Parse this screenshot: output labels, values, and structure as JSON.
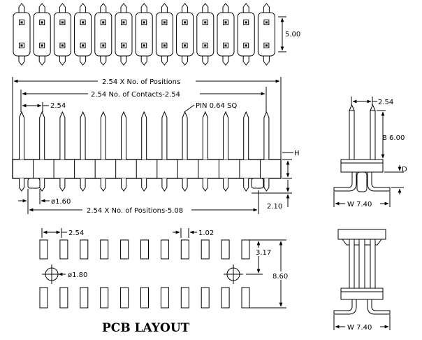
{
  "top_view": {
    "dim_height": "5.00"
  },
  "front_view": {
    "dim_length_positions": "2.54 X No. of Positions",
    "dim_length_contacts": "2.54 No. of Contacts-2.54",
    "dim_pitch": "2.54",
    "pin_note": "PIN 0.64 SQ",
    "dim_h": "H",
    "dim_dia": "ø1.60",
    "dim_bottom": "2.54 X No. of Positions-5.08",
    "dim_210": "2.10"
  },
  "side_view": {
    "dim_pitch": "2.54",
    "dim_b": "B 6.00",
    "dim_d": "D",
    "dim_w": "W 7.40"
  },
  "pcb_layout": {
    "title": "PCB LAYOUT",
    "dim_pitch": "2.54",
    "dim_pad": "1.02",
    "dim_317": "3.17",
    "dim_hole": "ø1.80",
    "dim_860": "8.60"
  },
  "side_view_bottom": {
    "dim_w": "W 7.40"
  }
}
